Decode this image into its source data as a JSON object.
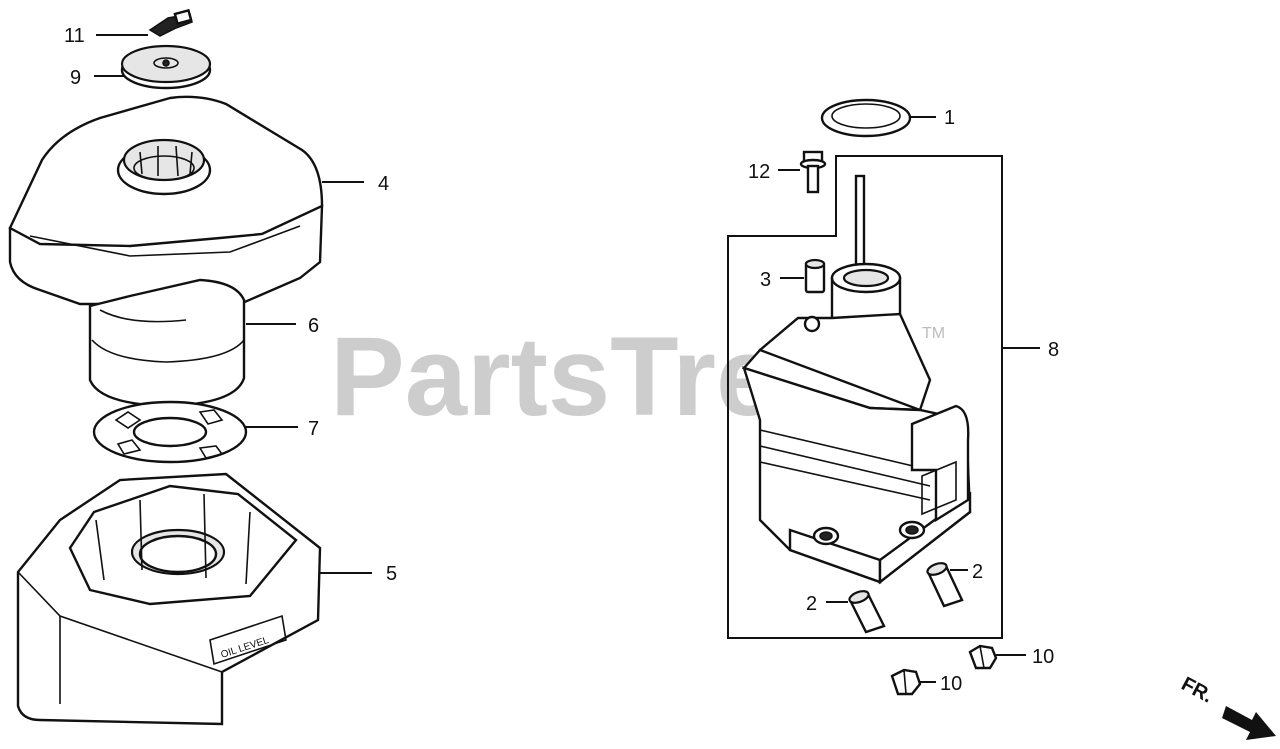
{
  "watermark": {
    "text": "PartsTree",
    "trademark": "TM"
  },
  "front_indicator": {
    "label": "FR.",
    "icon": "arrow-icon"
  },
  "callouts": [
    {
      "id": "callout-11",
      "label": "11"
    },
    {
      "id": "callout-9",
      "label": "9"
    },
    {
      "id": "callout-4",
      "label": "4"
    },
    {
      "id": "callout-6",
      "label": "6"
    },
    {
      "id": "callout-7",
      "label": "7"
    },
    {
      "id": "callout-5",
      "label": "5"
    },
    {
      "id": "callout-1",
      "label": "1"
    },
    {
      "id": "callout-12",
      "label": "12"
    },
    {
      "id": "callout-3",
      "label": "3"
    },
    {
      "id": "callout-8",
      "label": "8"
    },
    {
      "id": "callout-2a",
      "label": "2"
    },
    {
      "id": "callout-2b",
      "label": "2"
    },
    {
      "id": "callout-10a",
      "label": "10"
    },
    {
      "id": "callout-10b",
      "label": "10"
    }
  ],
  "oil_level_text": "OIL LEVEL"
}
